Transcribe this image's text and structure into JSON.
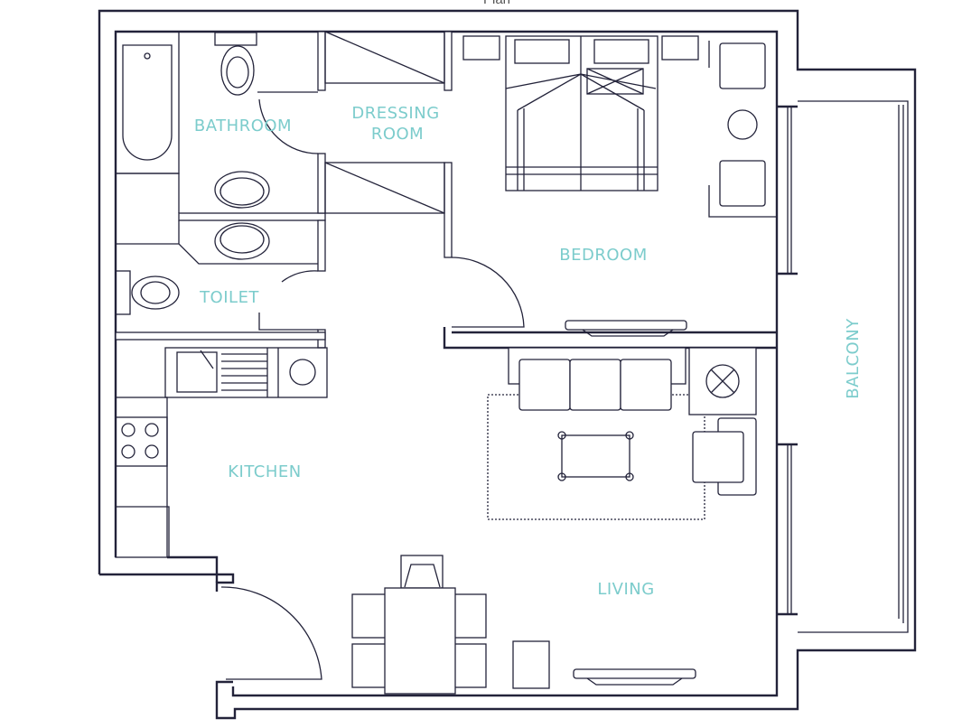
{
  "title": "Plan",
  "rooms": {
    "bathroom": "BATHROOM",
    "dressing_1": "DRESSING",
    "dressing_2": "ROOM",
    "bedroom": "BEDROOM",
    "toilet": "TOILET",
    "kitchen": "KITCHEN",
    "living": "LIVING",
    "balcony": "BALCONY"
  },
  "colors": {
    "wall": "#23233a",
    "label": "#7ccccc"
  }
}
